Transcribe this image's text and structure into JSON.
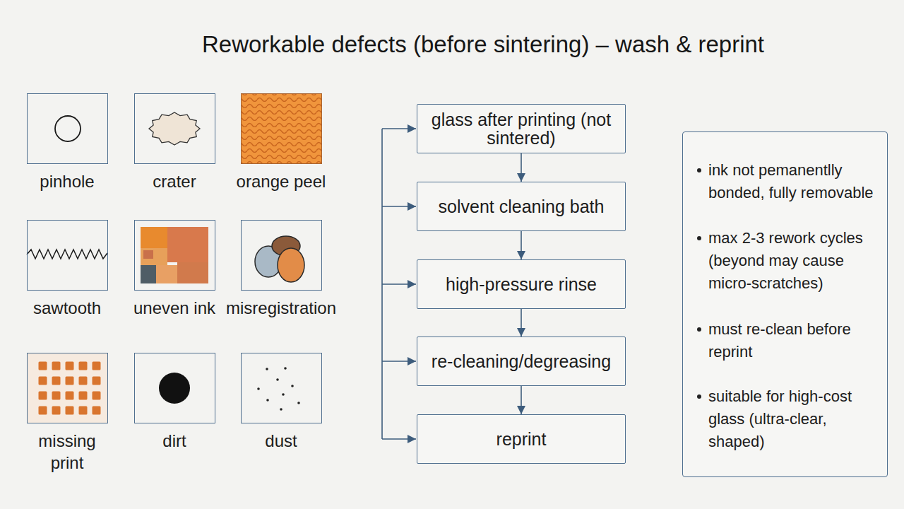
{
  "diagram": {
    "title": "Reworkable defects (before sintering) – wash & reprint",
    "nodes": [
      {
        "text": [
          "pinhole"
        ]
      },
      {
        "text": [
          "crater"
        ]
      },
      {
        "text": [
          "orange peel"
        ]
      },
      {
        "text": [
          "sawtooth"
        ]
      },
      {
        "text": [
          "uneven ink"
        ]
      },
      {
        "text": [
          "misregistration"
        ]
      },
      {
        "text": [
          "missing print"
        ]
      },
      {
        "text": [
          "dirt"
        ]
      },
      {
        "text": [
          "dust"
        ]
      },
      {
        "text": [
          "glass after printing (not sintered)"
        ]
      },
      {
        "text": [
          "solvent cleaning bath"
        ]
      },
      {
        "text": [
          "high-pressure rinse"
        ]
      },
      {
        "text": [
          "re-cleaning/degreasing"
        ]
      },
      {
        "text": [
          "reprint"
        ]
      },
      {
        "text": [
          "ink not pemanentlly bonded, fully removable",
          "max 2-3 rework cycles (beyond may cause micro-scratches)",
          "must re-clean before reprint",
          "suitable for high-cost glass (ultra-clear, shaped)"
        ]
      }
    ],
    "edges": [
      {
        "from": 9,
        "to": 10,
        "arrow": "to"
      },
      {
        "from": 10,
        "to": 11,
        "arrow": "to"
      },
      {
        "from": 11,
        "to": 12,
        "arrow": "to"
      },
      {
        "from": 12,
        "to": 13,
        "arrow": "to"
      }
    ]
  }
}
